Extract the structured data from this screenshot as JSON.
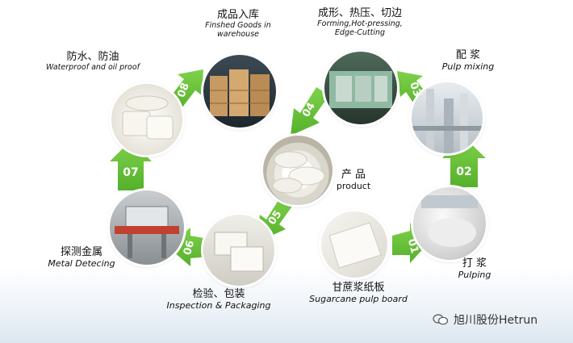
{
  "center": {
    "zh": "产 品",
    "en": "product"
  },
  "steps": [
    {
      "num": "01",
      "zh": "甘蔗浆纸板",
      "en": "Sugarcane pulp board"
    },
    {
      "num": "02",
      "zh": "打 浆",
      "en": "Pulping"
    },
    {
      "num": "03",
      "zh": "配 浆",
      "en": "Pulp mixing"
    },
    {
      "num": "04",
      "zh": "成形、热压、切边",
      "en": "Forming,Hot-pressing,",
      "en2": "Edge-Cutting"
    },
    {
      "num": "05"
    },
    {
      "num": "06",
      "zh": "检验、包装",
      "en": "Inspection & Packaging"
    },
    {
      "num": "07",
      "zh": "探测金属",
      "en": "Metal Detecing"
    },
    {
      "num": "08",
      "zh": "成品入库",
      "en": "Finshed Goods in",
      "en2": "warehouse"
    },
    {
      "zh": "防水、防油",
      "en": "Waterproof and oil proof"
    }
  ],
  "watermark": {
    "text": "旭川股份Hetrun",
    "icon": "wechat-icon"
  },
  "colors": {
    "arrow": "#6cc43b",
    "arrow_dark": "#4ea528",
    "number": "#ffffff"
  }
}
